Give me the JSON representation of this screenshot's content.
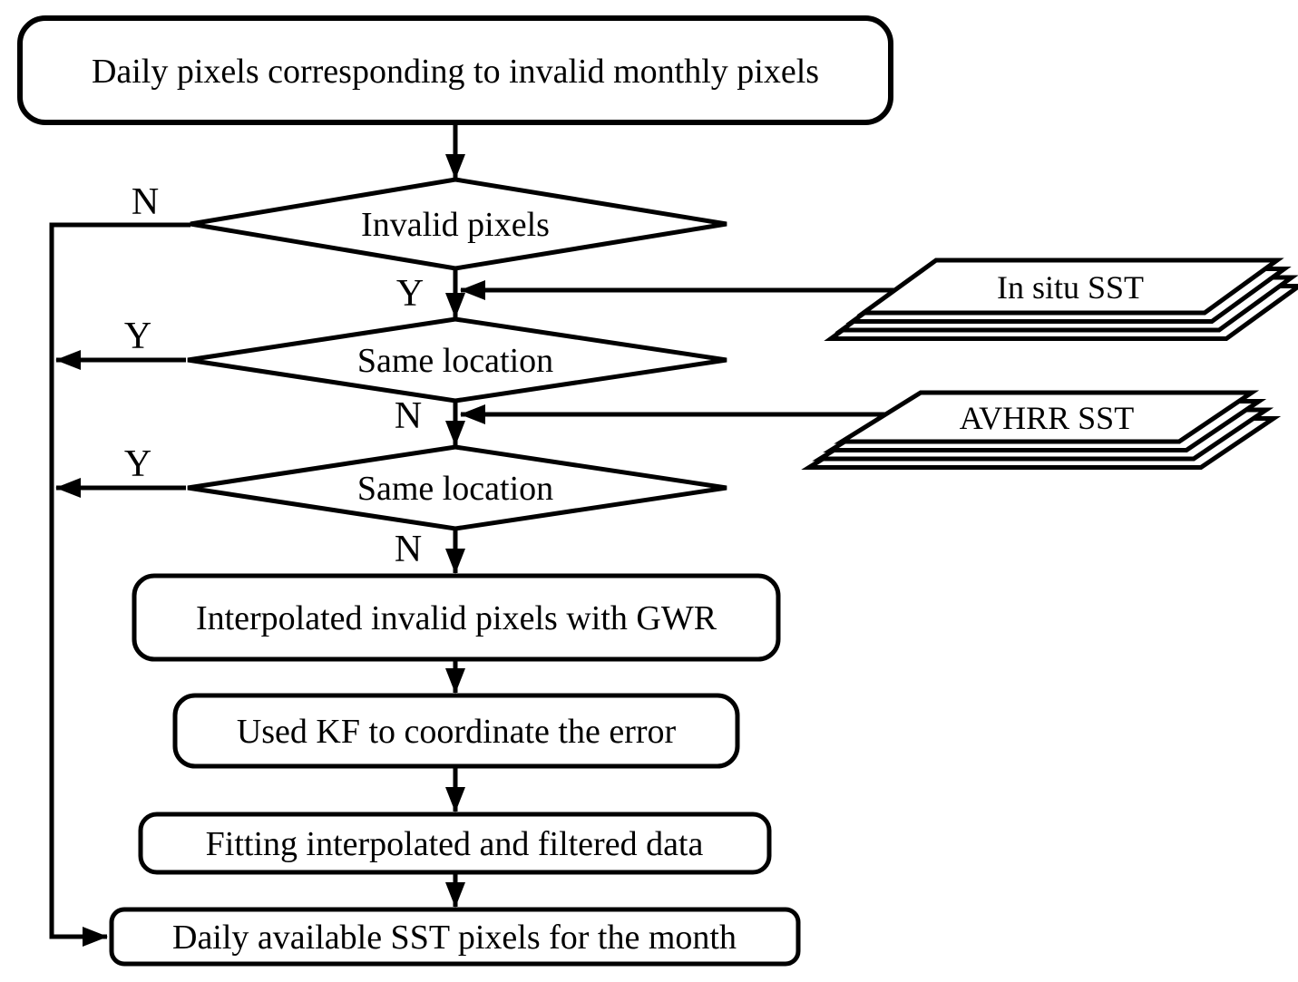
{
  "figure": {
    "background": "#ffffff",
    "line_color": "#000000",
    "shape_fill": "#ffffff",
    "start_box": {
      "label": "Daily pixels corresponding to invalid monthly pixels"
    },
    "decisions": [
      {
        "label": "Invalid pixels",
        "branch_left": "N",
        "branch_down": "Y"
      },
      {
        "label": "Same location",
        "branch_left": "Y",
        "branch_down": "N"
      },
      {
        "label": "Same location",
        "branch_left": "Y",
        "branch_down": "N"
      }
    ],
    "data_stacks": [
      {
        "label": "In situ SST"
      },
      {
        "label": "AVHRR SST"
      }
    ],
    "process_boxes": [
      {
        "label": "Interpolated invalid pixels with GWR"
      },
      {
        "label": "Used KF to coordinate the error"
      },
      {
        "label": "Fitting interpolated and filtered data"
      },
      {
        "label": "Daily available SST pixels for the month"
      }
    ]
  }
}
